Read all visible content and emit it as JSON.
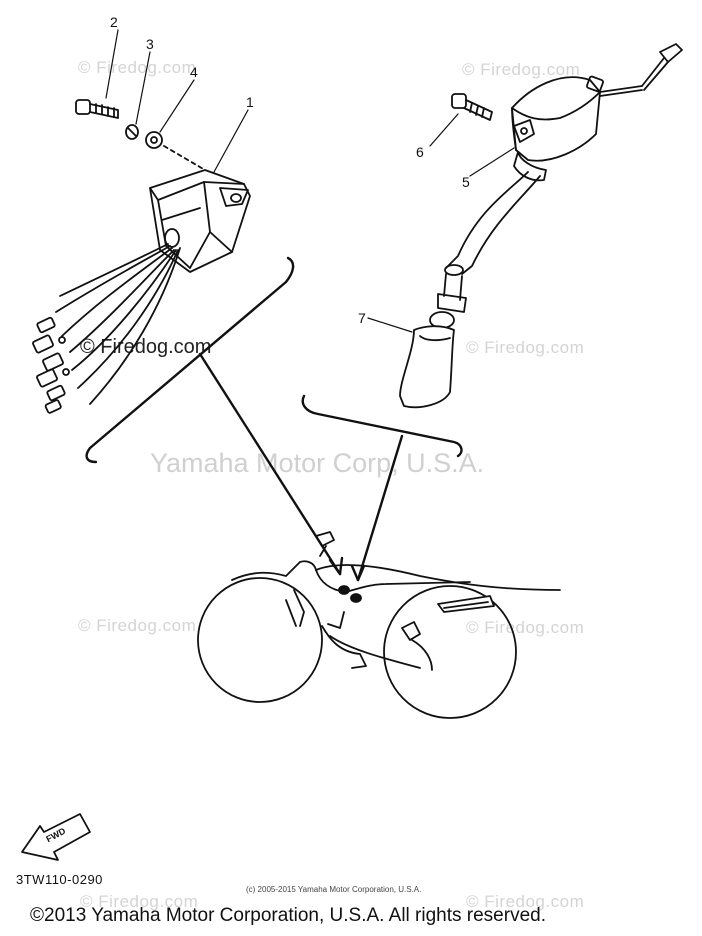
{
  "watermarks": {
    "firedog": "© Firedog.com",
    "yamaha": "Yamaha Motor Corp, U.S.A."
  },
  "callouts": {
    "c1": "1",
    "c2": "2",
    "c3": "3",
    "c4": "4",
    "c5": "5",
    "c6": "6",
    "c7": "7"
  },
  "fwd_label": "FWD",
  "part_code": "3TW110-0290",
  "small_copyright": "(c) 2005-2015 Yamaha Motor Corporation, U.S.A.",
  "footer": "©2013 Yamaha Motor Corporation, U.S.A. All rights reserved.",
  "colors": {
    "line": "#111111",
    "watermark": "#d4d4d4"
  }
}
